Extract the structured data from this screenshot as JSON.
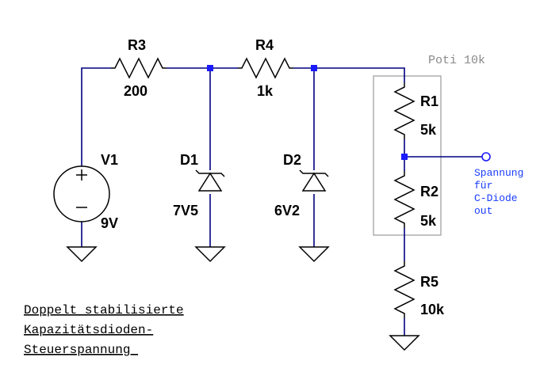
{
  "components": {
    "r3": {
      "name": "R3",
      "value": "200"
    },
    "r4": {
      "name": "R4",
      "value": "1k"
    },
    "v1": {
      "name": "V1",
      "value": "9V"
    },
    "d1": {
      "name": "D1",
      "value": "7V5"
    },
    "d2": {
      "name": "D2",
      "value": "6V2"
    },
    "r1": {
      "name": "R1",
      "value": "5k"
    },
    "r2": {
      "name": "R2",
      "value": "5k"
    },
    "r5": {
      "name": "R5",
      "value": "10k"
    }
  },
  "poti_label": "Poti 10k",
  "output_label": [
    "Spannung",
    "für",
    "C-Diode",
    "out"
  ],
  "note_lines": [
    "Doppelt stabilisierte",
    "Kapazitätsdioden-",
    "Steuerspannung "
  ],
  "colors": {
    "wire": "#000080",
    "component": "#000000",
    "poti_box": "#9a9a9a",
    "output_text": "#1a3cff"
  }
}
